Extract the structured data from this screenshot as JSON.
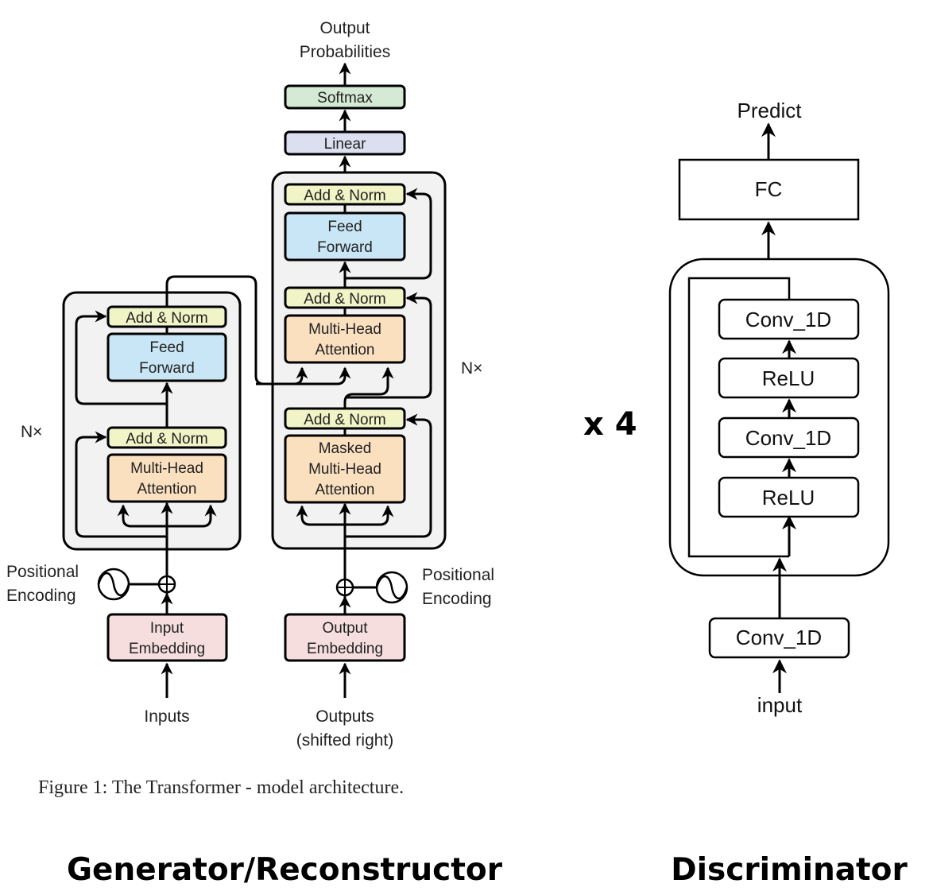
{
  "colors": {
    "add_norm": "#f1f4c6",
    "feed_forward": "#c8e6f5",
    "attention": "#fbe0c0",
    "embedding": "#f6dede",
    "softmax": "#d4ead4",
    "linear": "#dcdff0",
    "stack_bg": "#f2f2f2",
    "stroke": "#000000"
  },
  "transformer": {
    "output_label_line1": "Output",
    "output_label_line2": "Probabilities",
    "softmax": "Softmax",
    "linear": "Linear",
    "encoder": {
      "repeat": "N×",
      "add_norm_top": "Add & Norm",
      "feed_forward_line1": "Feed",
      "feed_forward_line2": "Forward",
      "add_norm_bottom": "Add & Norm",
      "attention_line1": "Multi-Head",
      "attention_line2": "Attention"
    },
    "decoder": {
      "repeat": "N×",
      "add_norm_top": "Add & Norm",
      "feed_forward_line1": "Feed",
      "feed_forward_line2": "Forward",
      "add_norm_middle": "Add & Norm",
      "attention_line1": "Multi-Head",
      "attention_line2": "Attention",
      "add_norm_bottom": "Add & Norm",
      "masked_line1": "Masked",
      "masked_line2": "Multi-Head",
      "masked_line3": "Attention"
    },
    "pos_enc_left_line1": "Positional",
    "pos_enc_left_line2": "Encoding",
    "pos_enc_right_line1": "Positional",
    "pos_enc_right_line2": "Encoding",
    "input_embedding_line1": "Input",
    "input_embedding_line2": "Embedding",
    "output_embedding_line1": "Output",
    "output_embedding_line2": "Embedding",
    "inputs": "Inputs",
    "outputs_line1": "Outputs",
    "outputs_line2": "(shifted right)"
  },
  "caption": "Figure 1: The Transformer - model architecture.",
  "discriminator": {
    "predict": "Predict",
    "fc": "FC",
    "repeat": "x 4",
    "blocks": [
      "Conv_1D",
      "ReLU",
      "Conv_1D",
      "ReLU"
    ],
    "input_conv": "Conv_1D",
    "input": "input"
  },
  "titles": {
    "generator": "Generator/Reconstructor",
    "discriminator": "Discriminator"
  }
}
